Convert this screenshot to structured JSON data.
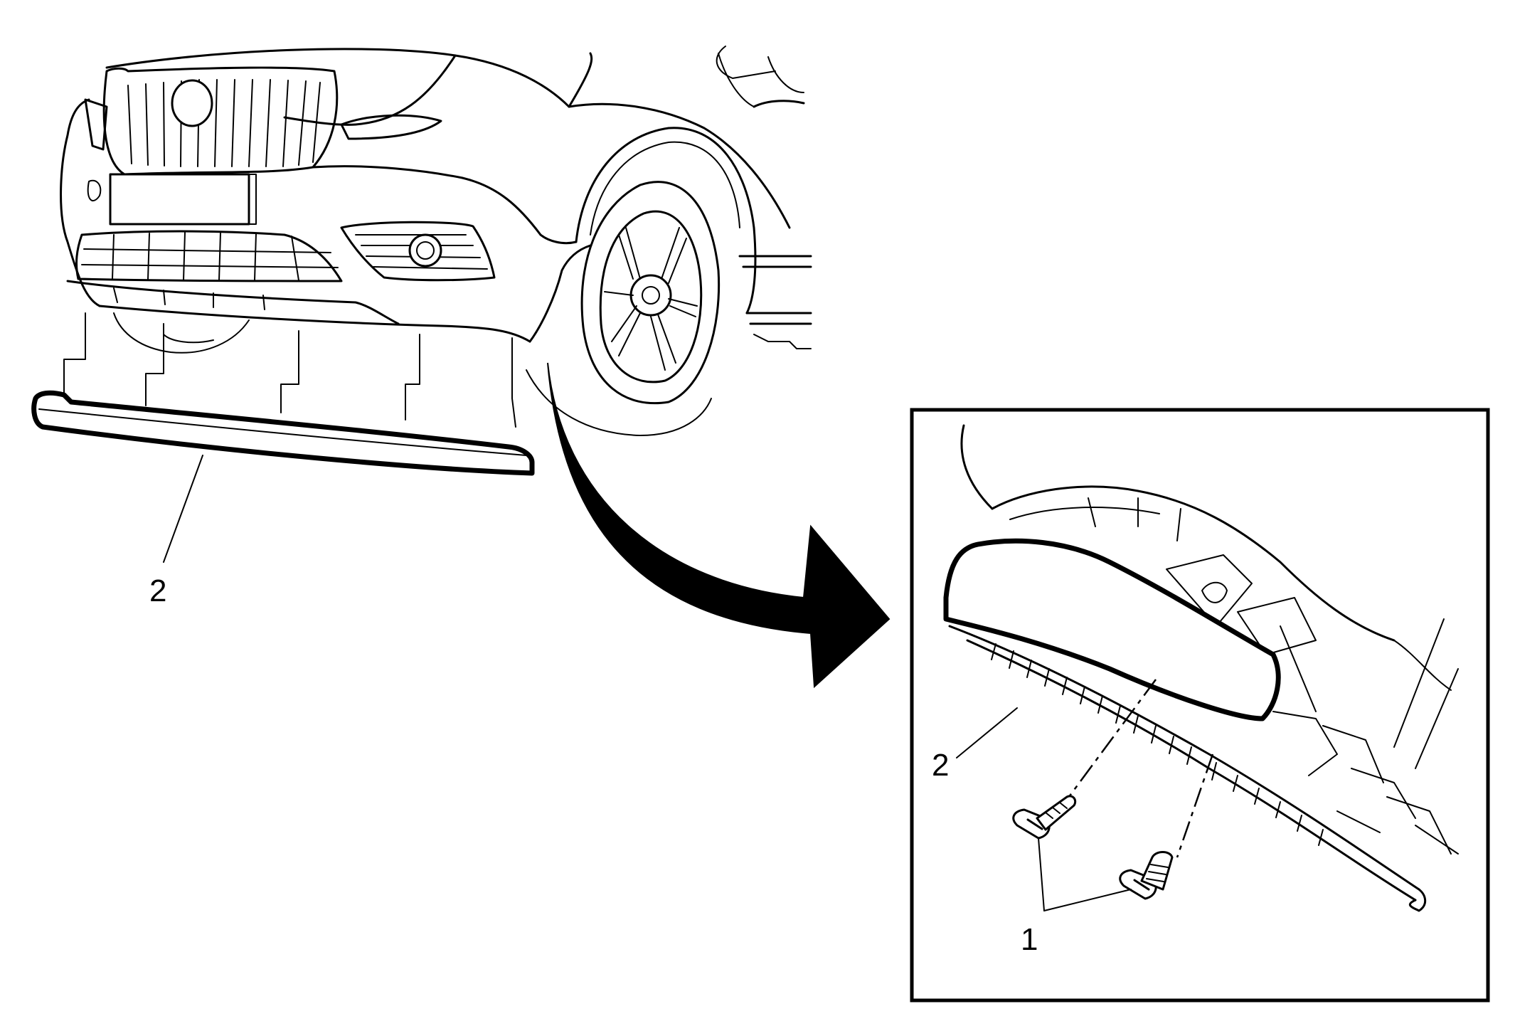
{
  "callouts": {
    "left_deflector": "2",
    "detail_deflector": "2",
    "detail_fasteners": "1"
  }
}
